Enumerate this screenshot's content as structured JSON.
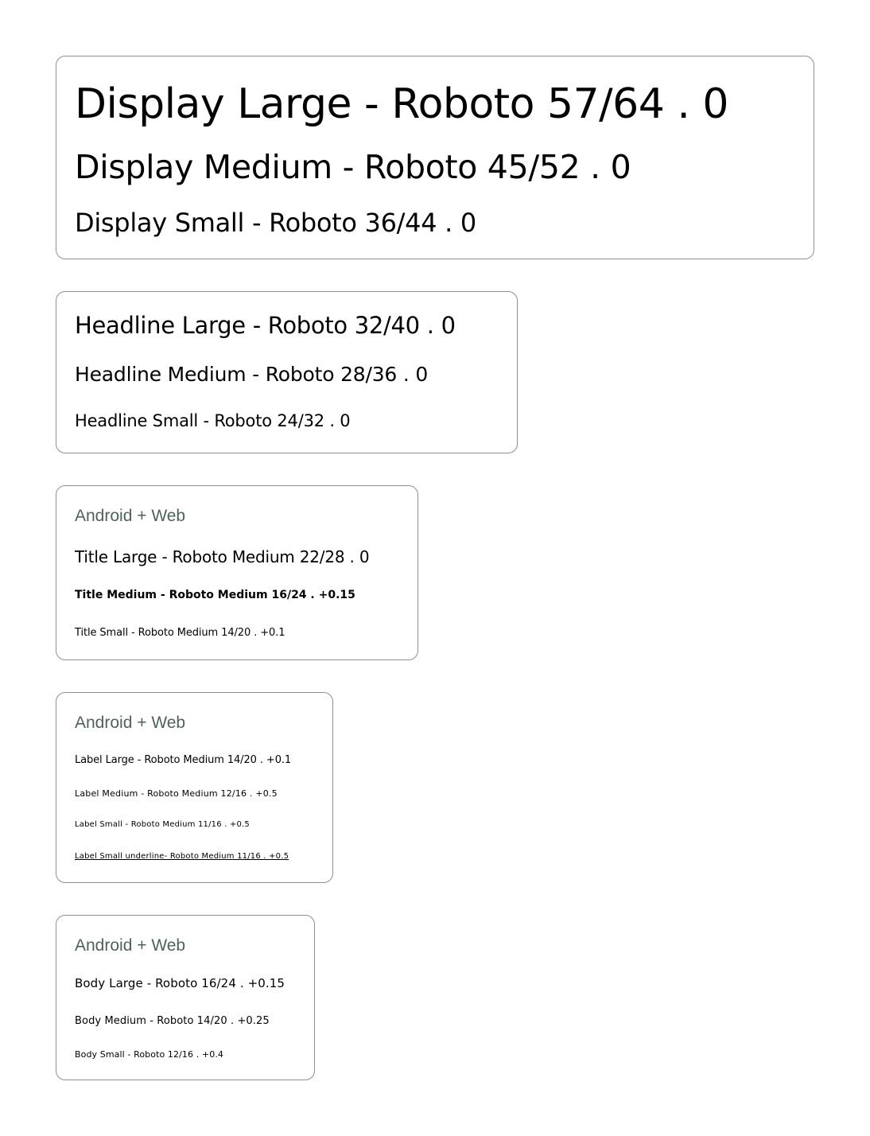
{
  "display": {
    "large": "Display Large - Roboto 57/64 . 0",
    "medium": "Display Medium - Roboto 45/52 .  0",
    "small": "Display Small - Roboto 36/44 . 0"
  },
  "headline": {
    "large": "Headline Large - Roboto 32/40 . 0",
    "medium": "Headline Medium - Roboto 28/36 . 0",
    "small": "Headline Small - Roboto 24/32 . 0"
  },
  "title": {
    "caption": "Android + Web",
    "large": "Title Large - Roboto Medium 22/28 . 0",
    "medium": "Title Medium - Roboto Medium 16/24 . +0.15",
    "small": "Title Small - Roboto Medium 14/20 . +0.1"
  },
  "label": {
    "caption": "Android + Web",
    "large": "Label Large - Roboto Medium 14/20 . +0.1",
    "medium": "Label Medium - Roboto Medium 12/16 . +0.5",
    "small": "Label Small - Roboto Medium 11/16 . +0.5",
    "small_underline": "Label Small underline- Roboto Medium 11/16 . +0.5"
  },
  "body": {
    "caption": "Android + Web",
    "large": "Body Large - Roboto 16/24 . +0.15",
    "medium": "Body Medium - Roboto 14/20 . +0.25",
    "small": "Body Small - Roboto 12/16 . +0.4"
  },
  "colors": {
    "border": "#8f8f8f",
    "caption": "#4f635a",
    "text": "#000000",
    "background": "#ffffff"
  }
}
